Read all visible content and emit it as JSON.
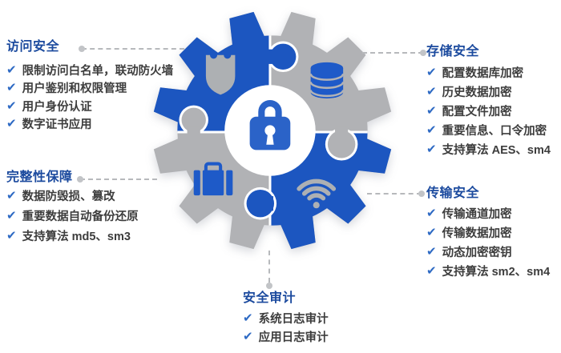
{
  "sections": {
    "access": {
      "title": "访问安全",
      "items": [
        "限制访问白名单，联动防火墙",
        "用户鉴别和权限管理",
        "用户身份认证",
        "数字证书应用"
      ]
    },
    "storage": {
      "title": "存储安全",
      "items": [
        "配置数据库加密",
        "历史数据加密",
        "配置文件加密",
        "重要信息、口令加密",
        "支持算法 AES、sm4"
      ]
    },
    "integrity": {
      "title": "完整性保障",
      "items": [
        "数据防毁损、篡改",
        "重要数据自动备份还原",
        "支持算法 md5、sm3"
      ]
    },
    "transmission": {
      "title": "传输安全",
      "items": [
        "传输通道加密",
        "传输数据加密",
        "动态加密密钥",
        "支持算法 sm2、sm4"
      ]
    },
    "audit": {
      "title": "安全审计",
      "items": [
        "系统日志审计",
        "应用日志审计"
      ]
    }
  },
  "glyphs": {
    "check": "✔"
  },
  "icons": {
    "center": "lock-icon",
    "top_left_quadrant": "shield-icon",
    "top_right_quadrant": "database-icon",
    "bottom_left_quadrant": "briefcase-icon",
    "bottom_right_quadrant": "wifi-icon"
  },
  "colors": {
    "gear_blue": "#1c56c0",
    "gear_gray": "#b1b2b5",
    "icon_blue": "#1e5ac8",
    "icon_gray": "#adb0b3",
    "lock_blue": "#2b63c8",
    "title_navy": "#1b4a9e",
    "check_blue": "#2e6ac4",
    "body_text": "#3d3d3d",
    "connector_gray": "#b7b9bc"
  }
}
